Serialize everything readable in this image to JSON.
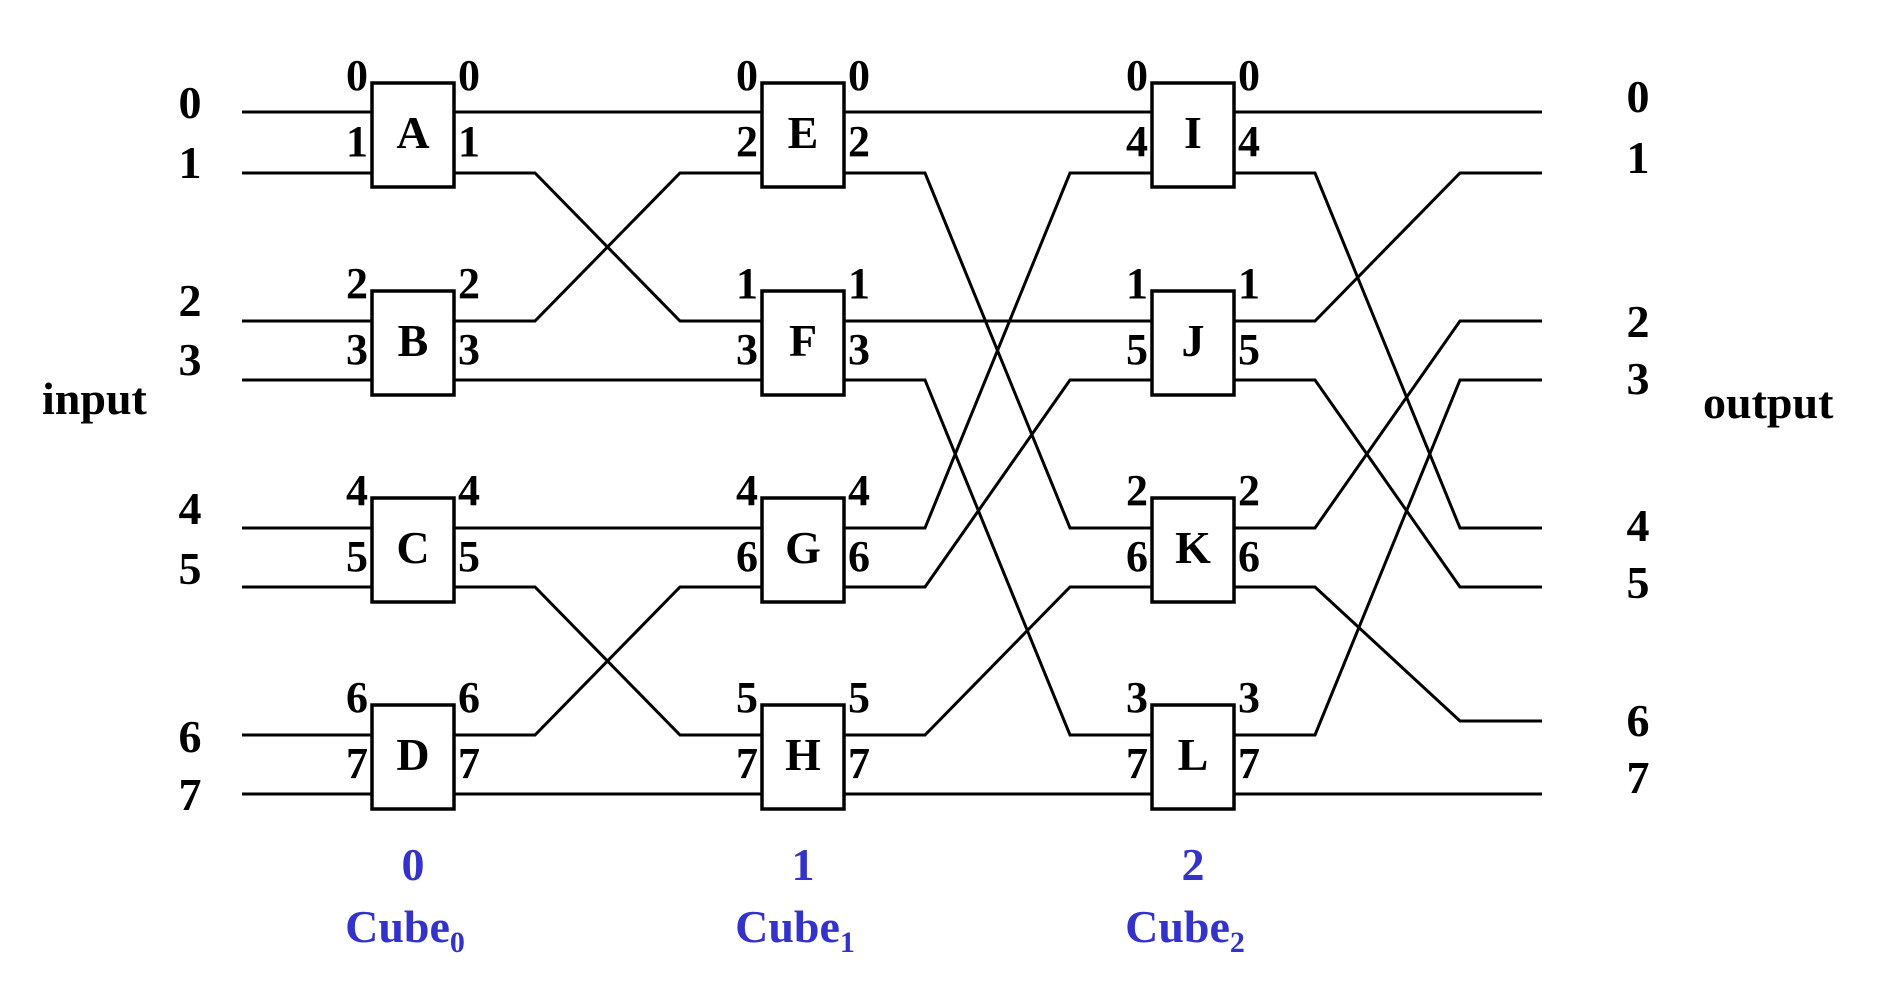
{
  "side_labels": {
    "input": "input",
    "output": "output"
  },
  "input_labels": [
    "0",
    "1",
    "2",
    "3",
    "4",
    "5",
    "6",
    "7"
  ],
  "output_labels": [
    "0",
    "1",
    "2",
    "3",
    "4",
    "5",
    "6",
    "7"
  ],
  "stage_color": "#3333cc",
  "stages": [
    {
      "number": "0",
      "cube_name": "Cube",
      "cube_sub": "0",
      "switches": [
        {
          "name": "A",
          "in": [
            "0",
            "1"
          ],
          "out": [
            "0",
            "1"
          ]
        },
        {
          "name": "B",
          "in": [
            "2",
            "3"
          ],
          "out": [
            "2",
            "3"
          ]
        },
        {
          "name": "C",
          "in": [
            "4",
            "5"
          ],
          "out": [
            "4",
            "5"
          ]
        },
        {
          "name": "D",
          "in": [
            "6",
            "7"
          ],
          "out": [
            "6",
            "7"
          ]
        }
      ]
    },
    {
      "number": "1",
      "cube_name": "Cube",
      "cube_sub": "1",
      "switches": [
        {
          "name": "E",
          "in": [
            "0",
            "2"
          ],
          "out": [
            "0",
            "2"
          ]
        },
        {
          "name": "F",
          "in": [
            "1",
            "3"
          ],
          "out": [
            "1",
            "3"
          ]
        },
        {
          "name": "G",
          "in": [
            "4",
            "6"
          ],
          "out": [
            "4",
            "6"
          ]
        },
        {
          "name": "H",
          "in": [
            "5",
            "7"
          ],
          "out": [
            "5",
            "7"
          ]
        }
      ]
    },
    {
      "number": "2",
      "cube_name": "Cube",
      "cube_sub": "2",
      "switches": [
        {
          "name": "I",
          "in": [
            "0",
            "4"
          ],
          "out": [
            "0",
            "4"
          ]
        },
        {
          "name": "J",
          "in": [
            "1",
            "5"
          ],
          "out": [
            "1",
            "5"
          ]
        },
        {
          "name": "K",
          "in": [
            "2",
            "6"
          ],
          "out": [
            "2",
            "6"
          ]
        },
        {
          "name": "L",
          "in": [
            "3",
            "7"
          ],
          "out": [
            "3",
            "7"
          ]
        }
      ]
    }
  ],
  "connections": {
    "input_to_stage0": [
      [
        0,
        0
      ],
      [
        1,
        1
      ],
      [
        2,
        2
      ],
      [
        3,
        3
      ],
      [
        4,
        4
      ],
      [
        5,
        5
      ],
      [
        6,
        6
      ],
      [
        7,
        7
      ]
    ],
    "stage0_to_stage1": [
      [
        0,
        0
      ],
      [
        1,
        2
      ],
      [
        2,
        1
      ],
      [
        3,
        3
      ],
      [
        4,
        4
      ],
      [
        5,
        6
      ],
      [
        6,
        5
      ],
      [
        7,
        7
      ]
    ],
    "stage1_to_stage2": [
      [
        0,
        0
      ],
      [
        1,
        4
      ],
      [
        2,
        2
      ],
      [
        3,
        6
      ],
      [
        4,
        1
      ],
      [
        5,
        3
      ],
      [
        6,
        5
      ],
      [
        7,
        7
      ]
    ],
    "stage2_to_output": [
      [
        0,
        0
      ],
      [
        1,
        4
      ],
      [
        2,
        1
      ],
      [
        3,
        5
      ],
      [
        4,
        2
      ],
      [
        5,
        6
      ],
      [
        6,
        3
      ],
      [
        7,
        7
      ]
    ]
  }
}
